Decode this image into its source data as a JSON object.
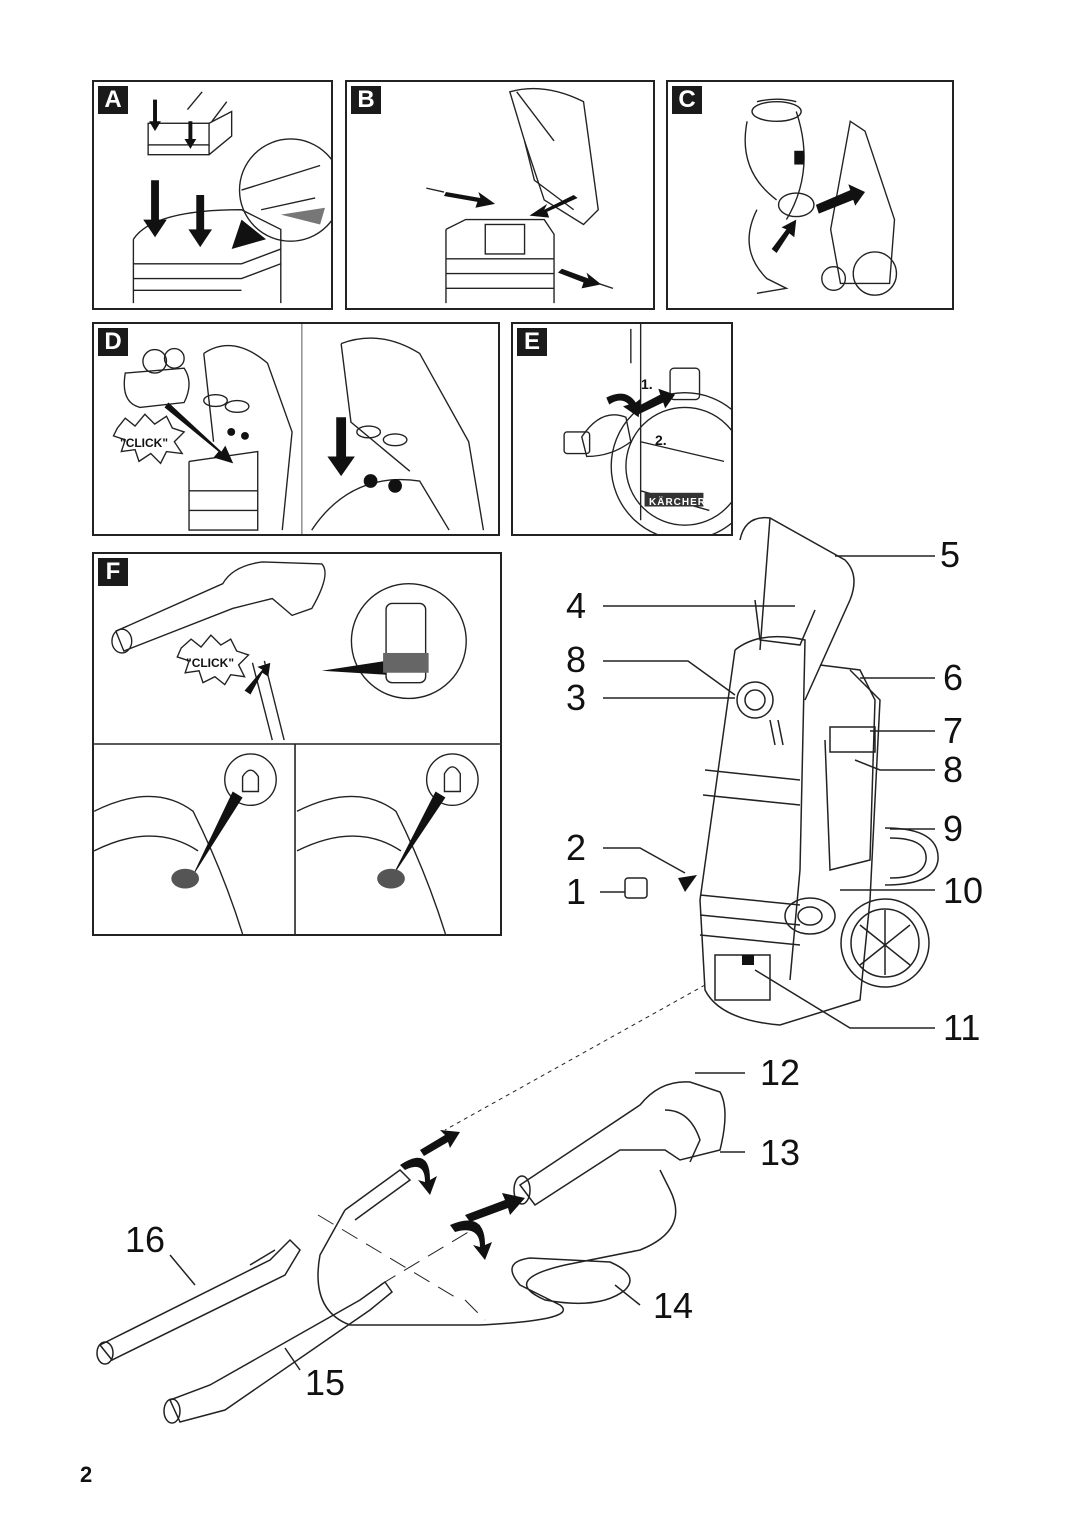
{
  "panels": {
    "a": {
      "tag": "A"
    },
    "b": {
      "tag": "B"
    },
    "c": {
      "tag": "C"
    },
    "d": {
      "tag": "D",
      "click": "\"CLICK\""
    },
    "e": {
      "tag": "E",
      "step1": "1.",
      "step2": "2.",
      "brand": "KÄRCHER"
    },
    "f": {
      "tag": "F",
      "click": "\"CLICK\""
    }
  },
  "callouts": [
    "5",
    "4",
    "8",
    "6",
    "3",
    "7",
    "8",
    "9",
    "2",
    "1",
    "10",
    "11",
    "12",
    "13",
    "16",
    "14",
    "15"
  ],
  "page_number": "2"
}
